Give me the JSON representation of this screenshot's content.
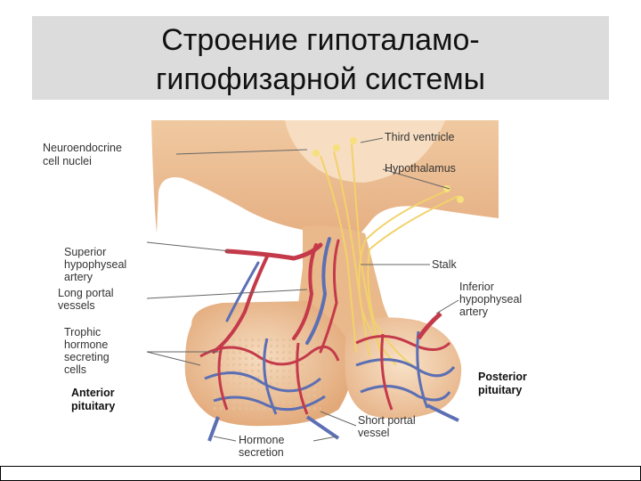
{
  "title": {
    "line1": "Строение гипоталамо-",
    "line2": "гипофизарной системы"
  },
  "labels": {
    "neuroendocrine_1": "Neuroendocrine",
    "neuroendocrine_2": "cell nuclei",
    "third_ventricle": "Third ventricle",
    "hypothalamus": "Hypothalamus",
    "superior_1": "Superior",
    "superior_2": "hypophyseal",
    "superior_3": "artery",
    "stalk": "Stalk",
    "long_portal_1": "Long portal",
    "long_portal_2": "vessels",
    "inferior_1": "Inferior",
    "inferior_2": "hypophyseal",
    "inferior_3": "artery",
    "trophic_1": "Trophic",
    "trophic_2": "hormone",
    "trophic_3": "secreting",
    "trophic_4": "cells",
    "anterior_1": "Anterior",
    "anterior_2": "pituitary",
    "posterior_1": "Posterior",
    "posterior_2": "pituitary",
    "short_portal_1": "Short portal",
    "short_portal_2": "vessel",
    "hormone_1": "Hormone",
    "hormone_2": "secretion"
  },
  "colors": {
    "tissue": "#e9b98a",
    "tissue_light": "#f4d5b0",
    "artery": "#c43a4a",
    "vein": "#5c6fb3",
    "nerve": "#f2d26a"
  }
}
